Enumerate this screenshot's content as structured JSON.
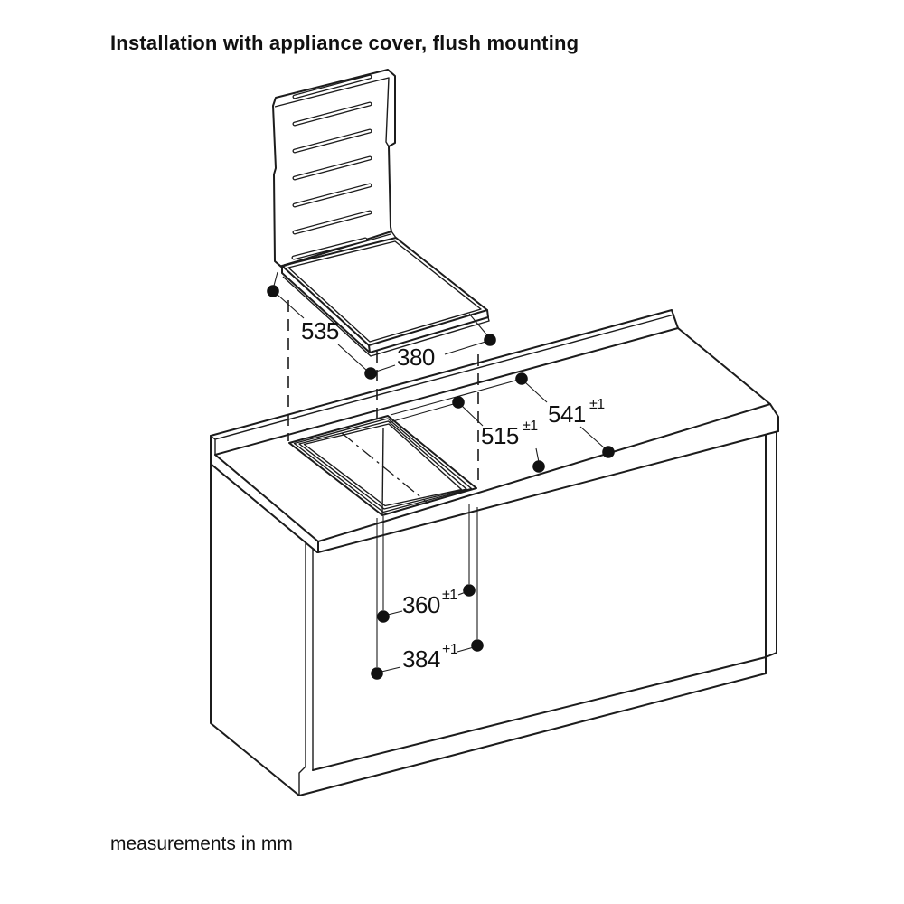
{
  "title": "Installation with appliance cover, flush mounting",
  "footer": "measurements in mm",
  "colors": {
    "line": "#1c1c1c",
    "background": "#ffffff"
  },
  "dimensions": {
    "cover_depth": {
      "value": "535",
      "tolerance": ""
    },
    "cover_width": {
      "value": "380",
      "tolerance": ""
    },
    "cutout_depth": {
      "value": "515",
      "tolerance": "±1"
    },
    "worktop_distance": {
      "value": "541",
      "tolerance": "±1"
    },
    "cutout_width": {
      "value": "360",
      "tolerance": "±1"
    },
    "cutout_width_flush": {
      "value": "384",
      "tolerance": "+1"
    }
  }
}
